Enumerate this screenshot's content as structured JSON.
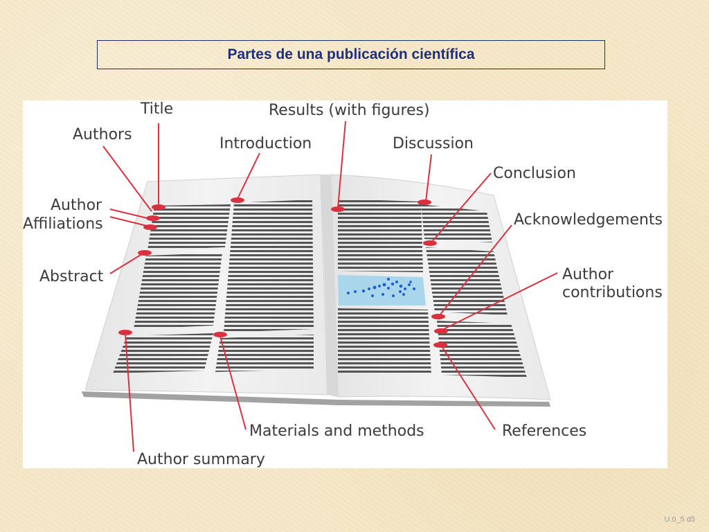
{
  "slide": {
    "title": "Partes de una publicación científica",
    "footer": "U.0_5 d5"
  },
  "diagram": {
    "labels": {
      "title": "Title",
      "authors": "Authors",
      "author_affiliations_1": "Author",
      "author_affiliations_2": "Affiliations",
      "abstract": "Abstract",
      "introduction": "Introduction",
      "results": "Results (with figures)",
      "discussion": "Discussion",
      "conclusion": "Conclusion",
      "acknowledgements": "Acknowledgements",
      "author_contributions_1": "Author",
      "author_contributions_2": "contributions",
      "materials_methods": "Materials and methods",
      "references": "References",
      "author_summary": "Author summary"
    },
    "colors": {
      "pointer": "#d9313f",
      "label": "#3b3b3b",
      "page": "#efefef",
      "text_lines": "#3a3a3a",
      "figure_fill": "#a9d6ea",
      "figure_points": "#1f5fd0"
    }
  }
}
